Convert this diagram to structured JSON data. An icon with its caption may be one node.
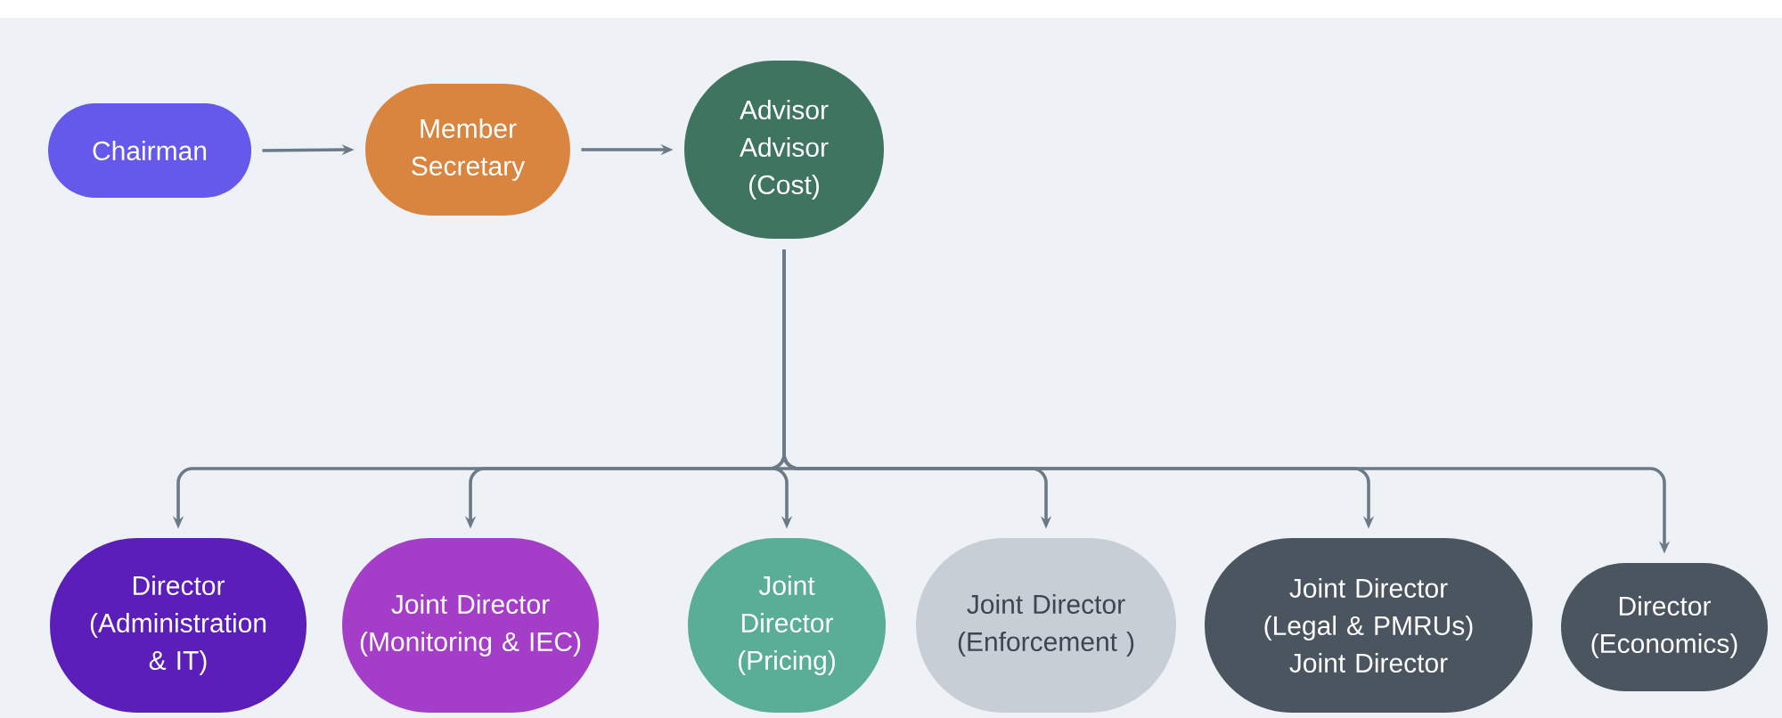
{
  "diagram": {
    "nodes": [
      {
        "text": [
          "Chairman"
        ]
      },
      {
        "text": [
          "Member Secretary"
        ]
      },
      {
        "text": [
          "Advisor Advisor (Cost)"
        ]
      },
      {
        "text": [
          "Director (Administration & IT)"
        ]
      },
      {
        "text": [
          "Joint Director (Monitoring & IEC)"
        ]
      },
      {
        "text": [
          "Joint Director (Pricing)"
        ]
      },
      {
        "text": [
          "Joint Director (Enforcement )"
        ]
      },
      {
        "text": [
          "Joint Director (Legal & PMRUs) Joint Director"
        ]
      },
      {
        "text": [
          "Director (Economics)"
        ]
      }
    ],
    "edges": [
      {
        "from": 0,
        "to": 1,
        "arrow": "to"
      },
      {
        "from": 1,
        "to": 2,
        "arrow": "to"
      },
      {
        "from": 2,
        "to": 3,
        "arrow": "to"
      },
      {
        "from": 2,
        "to": 4,
        "arrow": "to"
      },
      {
        "from": 2,
        "to": 5,
        "arrow": "to"
      },
      {
        "from": 2,
        "to": 6,
        "arrow": "to"
      },
      {
        "from": 2,
        "to": 7,
        "arrow": "to"
      },
      {
        "from": 2,
        "to": 8,
        "arrow": "to"
      }
    ]
  }
}
